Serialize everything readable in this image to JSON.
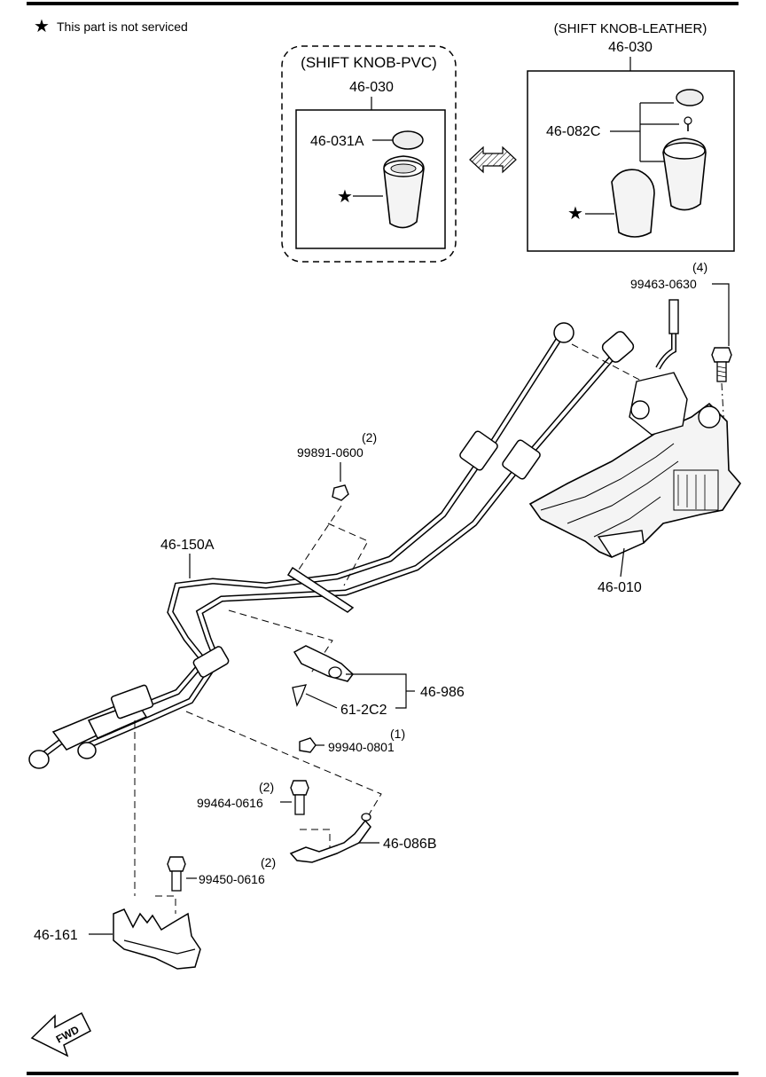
{
  "legend": {
    "symbol": "★",
    "text": "This part is not serviced"
  },
  "boxes": {
    "pvc": {
      "title": "(SHIFT KNOB-PVC)",
      "part": "46-030",
      "badge": "46-031A"
    },
    "leather": {
      "title": "(SHIFT KNOB-LEATHER)",
      "part": "46-030",
      "sub": "46-082C"
    }
  },
  "callouts": {
    "bolt_99463_qty": "(4)",
    "bolt_99463": "99463-0630",
    "nut_99891_qty": "(2)",
    "nut_99891": "99891-0600",
    "cable": "46-150A",
    "shifter": "46-010",
    "bracket_986": "46-986",
    "clip_612c2": "61-2C2",
    "nut_99940_qty": "(1)",
    "nut_99940": "99940-0801",
    "bolt_99464_qty": "(2)",
    "bolt_99464": "99464-0616",
    "bracket_086b": "46-086B",
    "bolt_99450_qty": "(2)",
    "bolt_99450": "99450-0616",
    "bracket_161": "46-161"
  },
  "fwd": "FWD",
  "colors": {
    "ink": "#000000",
    "paper": "#ffffff",
    "fill": "#f4f4f4"
  }
}
